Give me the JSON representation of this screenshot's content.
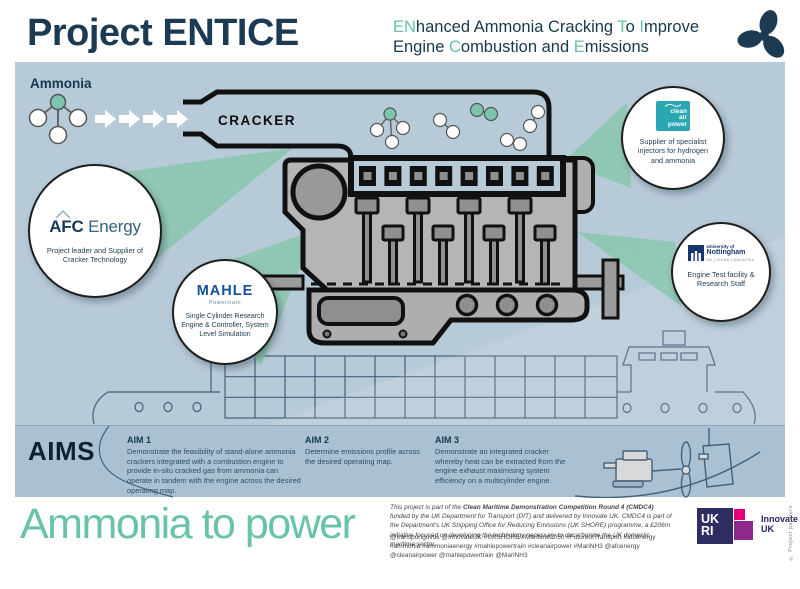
{
  "colors": {
    "navy": "#1c3b52",
    "accent_teal": "#64c1a8",
    "panel_blue": "#b7cad8",
    "aims_band_blue": "#a9c1d2",
    "beam_teal": "#8cc7b1",
    "engine_gray": "#b5b5b5",
    "mahle_blue": "#1450a0",
    "clean_air_power_teal": "#2ba7b4",
    "nottingham_blue": "#17366b",
    "ukri_navy": "#2e2d62",
    "ukri_magenta": "#e6007e",
    "ukri_purple": "#8e2a8f",
    "tagline_teal": "#69c3ab"
  },
  "header": {
    "title": "Project ENTICE",
    "sub": {
      "l1s1": "EN",
      "l1s2": "hanced Ammonia Cracking ",
      "l1s3": "T",
      "l1s4": "o ",
      "l1s5": "I",
      "l1s6": "mprove",
      "l2s1": "Engine ",
      "l2s2": "C",
      "l2s3": "ombustion and ",
      "l2s4": "E",
      "l2s5": "missions"
    }
  },
  "diagram": {
    "ammonia_label": "Ammonia",
    "cracker_label": "CRACKER"
  },
  "partners": {
    "afc": {
      "logo_bold": "AFC",
      "logo_light": " Energy",
      "desc": "Project leader and Supplier of Cracker Technology"
    },
    "mahle": {
      "logo": "MAHLE",
      "logo_sub": "Powertrain",
      "desc": "Single Cylinder Research Engine & Controller, System Level Simulation"
    },
    "cap": {
      "logo_l1": "clean",
      "logo_l2": "air",
      "logo_l3": "power",
      "desc": "Supplier of specialist injectors for hydrogen and ammonia"
    },
    "uon": {
      "logo_top": "University of",
      "logo_name": "Nottingham",
      "logo_sub": "UK | CHINA | MALAYSIA",
      "desc": "Engine Test facility & Research Staff"
    }
  },
  "aims": {
    "heading": "AIMS",
    "items": [
      {
        "title": "AIM 1",
        "body": "Demonstrate the feasibility of stand-alone ammonia crackers integrated with a combustion engine to provide in-situ cracked gas from ammonia can operate in tandem with the engine across the desired operating map."
      },
      {
        "title": "AIM 2",
        "body": "Determine emissions profile across the desired operating map."
      },
      {
        "title": "AIM 3",
        "body": "Demonstrate an integrated cracker whereby heat can be extracted from the engine exhaust maximising system efficiency on a multicylinder engine."
      }
    ]
  },
  "footer": {
    "tagline": "Ammonia to power",
    "funding_pre": "This project is part of the ",
    "funding_bold": "Clean Maritime Demonstration Competition Round 4 (CMDC4)",
    "funding_post": " funded by the UK Department for Transport (DfT) and delivered by Innovate UK. CMDC4 is part of the Department's UK Shipping Office for Reducing Emissions (UK SHORE) programme, a £206m initiative focused on developing the technology necessary to decarbonise the UK domestic maritime sector.",
    "social": "@transportgovuk @InnovateUK #UKSHORE #Maritime2050 #FutureofTransport #afcenergy #ammonia #ammoniaenergy #mahlepowertrain #cleanairpower #MariNH3 @afcenergy @cleanairpower @mahlepowertrain @MariNH3",
    "ukri_l1": "UK",
    "ukri_l2": "RI",
    "brand_l1": "Innovate",
    "brand_l2": "UK",
    "copyright": "© Project partners"
  }
}
